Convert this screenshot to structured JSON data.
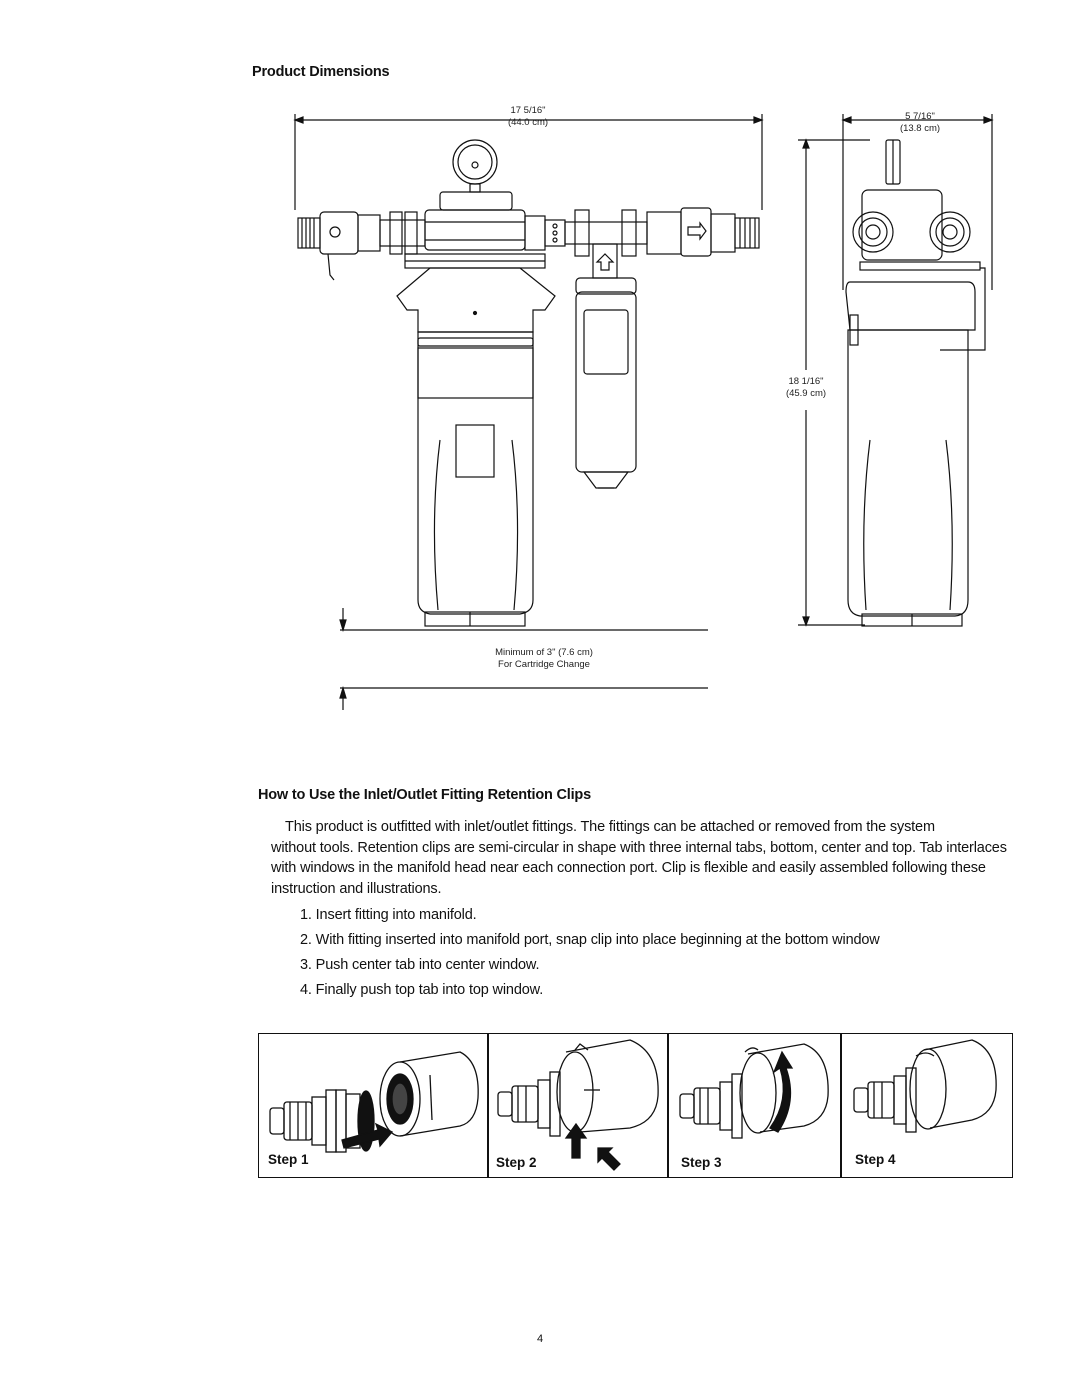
{
  "sections": {
    "dimensions_title": "Product Dimensions",
    "clips_title": "How to Use the Inlet/Outlet Fitting Retention Clips"
  },
  "dimensions": {
    "width_in": "17 5/16\"",
    "width_cm": "(44.0 cm)",
    "depth_in": "5 7/16\"",
    "depth_cm": "(13.8 cm)",
    "height_in": "18 1/16\"",
    "height_cm": "(45.9 cm)",
    "clearance_line1": "Minimum of 3\"  (7.6 cm)",
    "clearance_line2": "For Cartridge Change"
  },
  "intro": {
    "line1": "This product is outfitted with inlet/outlet fittings. The fittings can be attached or removed from the system",
    "line2": "without tools. Retention clips are semi-circular in shape with three internal tabs, bottom, center and top. Tab interlaces",
    "line3": "with windows in the manifold head near each connection port. Clip is flexible and easily assembled following these",
    "line4": "instruction and illustrations."
  },
  "steps": [
    "1. Insert fitting into manifold.",
    "2. With fitting inserted into manifold port, snap clip into place beginning at the bottom window",
    "3. Push center tab into center window.",
    "4. Finally push top tab into top window."
  ],
  "panels": [
    {
      "label": "Step 1",
      "icon": "insert-arrow-icon"
    },
    {
      "label": "Step 2",
      "icon": "push-arrow-icon"
    },
    {
      "label": "Step 3",
      "icon": "curved-arrow-icon"
    },
    {
      "label": "Step 4",
      "icon": "assembled-fitting-icon"
    }
  ],
  "page_number": "4"
}
